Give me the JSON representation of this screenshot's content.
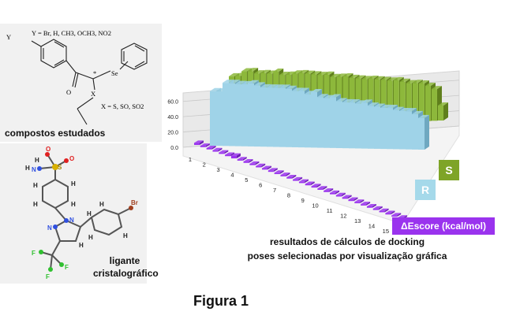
{
  "top_structure": {
    "y_substituents": "Y = Br, H, CH3, OCH3, NO2",
    "y_label": "Y",
    "x_label": "X",
    "se_label": "Se",
    "o_label": "O",
    "star_label": "*",
    "x_options": "X = S, SO, SO2",
    "caption": "compostos estudados"
  },
  "bottom_structure": {
    "caption_line1": "ligante",
    "caption_line2": "cristalográfico",
    "atoms": {
      "s": "S",
      "o": "O",
      "n": "N",
      "h": "H",
      "br": "Br",
      "f": "F"
    }
  },
  "chart_data": {
    "type": "bar",
    "categories": [
      "1",
      "2",
      "3",
      "4",
      "5",
      "6",
      "7",
      "8",
      "9",
      "10",
      "11",
      "12",
      "13",
      "14",
      "15"
    ],
    "y_tick_labels": [
      "0.0",
      "20.0",
      "40.0",
      "60.0"
    ],
    "ylim": [
      0,
      70
    ],
    "series": [
      {
        "name": "ΔEscore (kcal/mol)",
        "color": "#9a33ee",
        "values": [
          3,
          2,
          2,
          2,
          2,
          2,
          4,
          2,
          2,
          2,
          2,
          2,
          2,
          2,
          2,
          2,
          2,
          2,
          2,
          2,
          2,
          2,
          2,
          2,
          2,
          2,
          2,
          2,
          2,
          2,
          2,
          2,
          2,
          2
        ]
      },
      {
        "name": "R",
        "color": "#9fd3e8",
        "values": [
          57,
          57,
          66,
          66,
          65,
          65,
          66,
          64,
          62,
          62,
          62,
          62,
          61,
          59,
          59,
          56,
          58,
          53,
          52,
          53,
          49,
          48,
          48,
          47,
          48,
          45,
          44,
          43,
          43,
          41,
          40,
          40,
          37,
          33
        ]
      },
      {
        "name": "S",
        "color": "#8db83b",
        "values": [
          61,
          61,
          66,
          66,
          63,
          63,
          62,
          64,
          60,
          60,
          61,
          61,
          60,
          59,
          58,
          58,
          55,
          55,
          55,
          53,
          52,
          51,
          51,
          50,
          49,
          48,
          48,
          46,
          44,
          44,
          43,
          40,
          36,
          17
        ]
      }
    ],
    "legend_label": "ΔEscore (kcal/mol)",
    "r_label": "R",
    "s_label": "S"
  },
  "captions": {
    "line1": "resultados de cálculos de docking",
    "line2": "poses selecionadas por visualização gráfica"
  },
  "figure_label": "Figura 1"
}
